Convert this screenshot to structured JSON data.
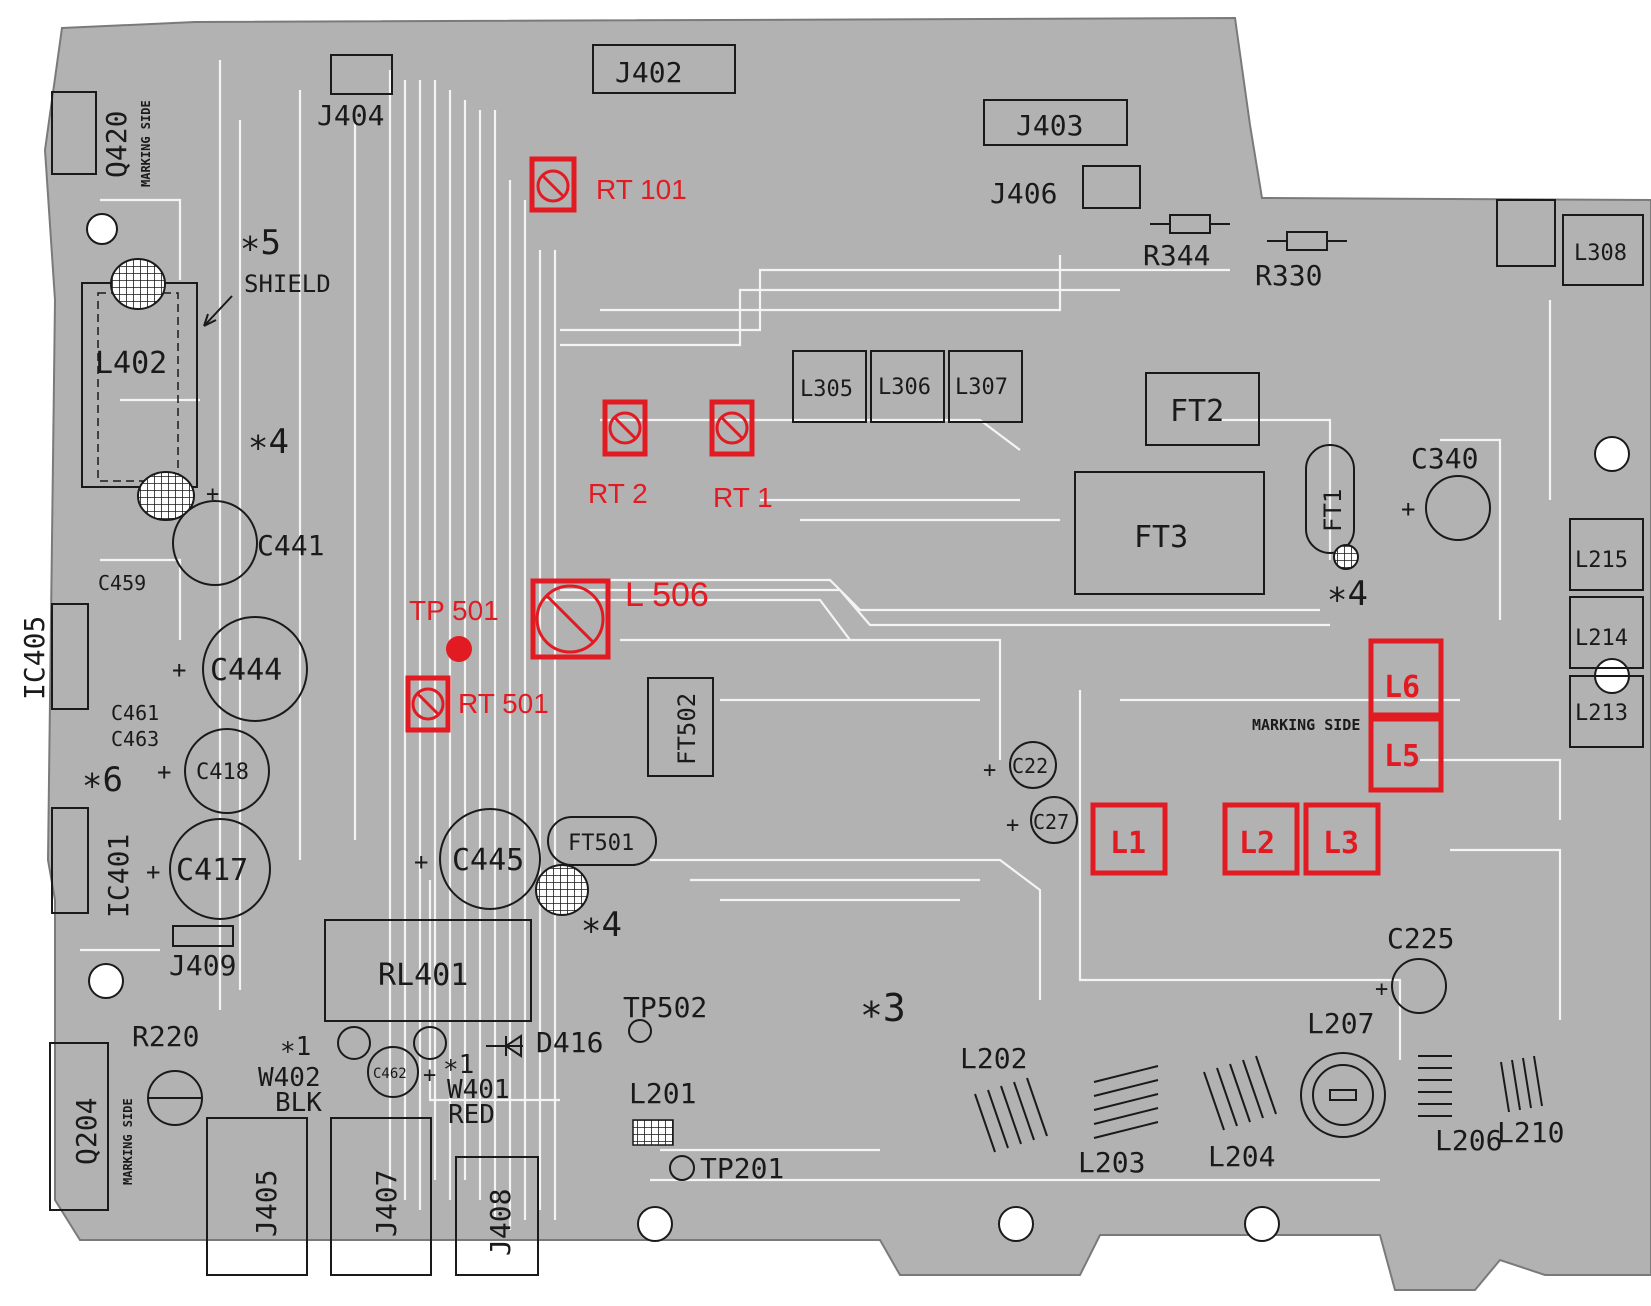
{
  "diagram": {
    "connectors": [
      "J402",
      "J404",
      "J403",
      "J406",
      "J409",
      "J405",
      "J407",
      "J408"
    ],
    "transistors": [
      "Q420",
      "Q204"
    ],
    "ics": [
      "IC405",
      "IC401"
    ],
    "notes": {
      "marking_side": "MARKING SIDE",
      "shield": "SHIELD",
      "star5": "∗5",
      "star4": "∗4",
      "star6": "∗6",
      "star3": "∗3",
      "star1": "∗1",
      "plus": "+"
    },
    "resistors": [
      "R344",
      "R330",
      "R220"
    ],
    "coils": [
      "L308",
      "L402",
      "L305",
      "L306",
      "L307",
      "L215",
      "L214",
      "L213",
      "L207",
      "L202",
      "L203",
      "L204",
      "L206",
      "L210",
      "L201"
    ],
    "filters": [
      "FT2",
      "FT3",
      "FT1",
      "FT502",
      "FT501"
    ],
    "capacitors": [
      "C340",
      "C441",
      "C459",
      "C444",
      "C461",
      "C463",
      "C418",
      "C417",
      "C445",
      "C22",
      "C27",
      "C225",
      "C462"
    ],
    "relay": "RL401",
    "test_points": [
      "TP502",
      "TP201"
    ],
    "diode": "D416",
    "wires": {
      "w402": "W402",
      "w402_color": "BLK",
      "w401": "W401",
      "w401_color": "RED"
    },
    "adjustments": {
      "rt101": "RT 101",
      "rt2": "RT 2",
      "rt1": "RT 1",
      "l506": "L 506",
      "tp501": "TP 501",
      "rt501": "RT 501",
      "l1": "L1",
      "l2": "L2",
      "l3": "L3",
      "l5": "L5",
      "l6": "L6"
    },
    "colors": {
      "board": "#b2b2b2",
      "trace": "#f4f4f4",
      "highlight": "#e21b23",
      "ink": "#1a1a1a"
    }
  }
}
